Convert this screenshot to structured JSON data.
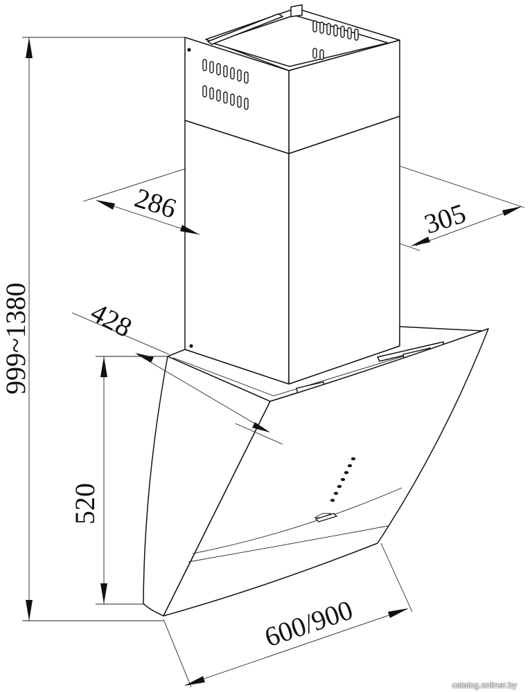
{
  "dimensions": {
    "total_height": "999~1380",
    "chimney_width": "286",
    "chimney_depth": "305",
    "hood_depth": "428",
    "hood_height": "520",
    "hood_width": "600/900"
  },
  "watermark": "catalog.onliner.by",
  "colors": {
    "line": "#111111",
    "background": "#ffffff"
  }
}
